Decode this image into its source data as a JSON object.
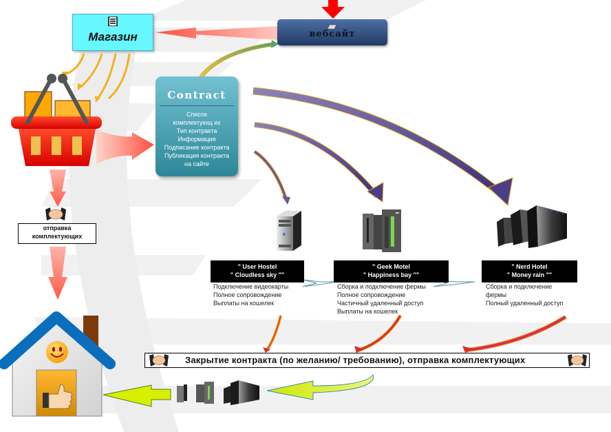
{
  "diagram": {
    "shop": {
      "label": "Магазин",
      "icon": "document-icon"
    },
    "website": {
      "label": "вебсайт",
      "icon": "pen-icon"
    },
    "contract": {
      "title": "Contract",
      "items": [
        "Список",
        "комплектующ их",
        "Тип контракта",
        "Информация",
        "Подписание контракта",
        "Публикация контракта",
        "на сайте"
      ]
    },
    "shipping_label": [
      "отправка",
      "комплектующих"
    ],
    "tariffs": [
      {
        "name_line1": "\" User Hostel",
        "name_line2": "\" Cloudless sky \"\"",
        "features": [
          "Подключение видеокарты",
          "Полное сопровождение",
          "Выплаты на кошелек"
        ]
      },
      {
        "name_line1": "\" Geek Motel",
        "name_line2": "\" Happiness bay \"\"",
        "features": [
          "Сборка и подключение фермы",
          "Полное сопровождение",
          "Частичный удаленный доступ",
          "Выплаты на кошелек"
        ]
      },
      {
        "name_line1": "\" Nerd Hotel",
        "name_line2": "\" Money rain \"\"",
        "features": [
          "Сборка и подключение",
          "фермы",
          "Полный удаленный  доступ"
        ]
      }
    ],
    "closing": {
      "label": "Закрытие контракта (по желанию/ требованию), отправка комплектующих"
    },
    "colors": {
      "shop_fill": "#66f7ff",
      "website_fill": "#2e4a7d",
      "contract_fill": "#4aa3b5",
      "flow_red": "#ff5a4a",
      "flow_purple": "#4a3f86",
      "flow_yellow": "#f0b020",
      "return_arrow": "#d4f21a",
      "roof_blue": "#0a6ebd"
    }
  }
}
